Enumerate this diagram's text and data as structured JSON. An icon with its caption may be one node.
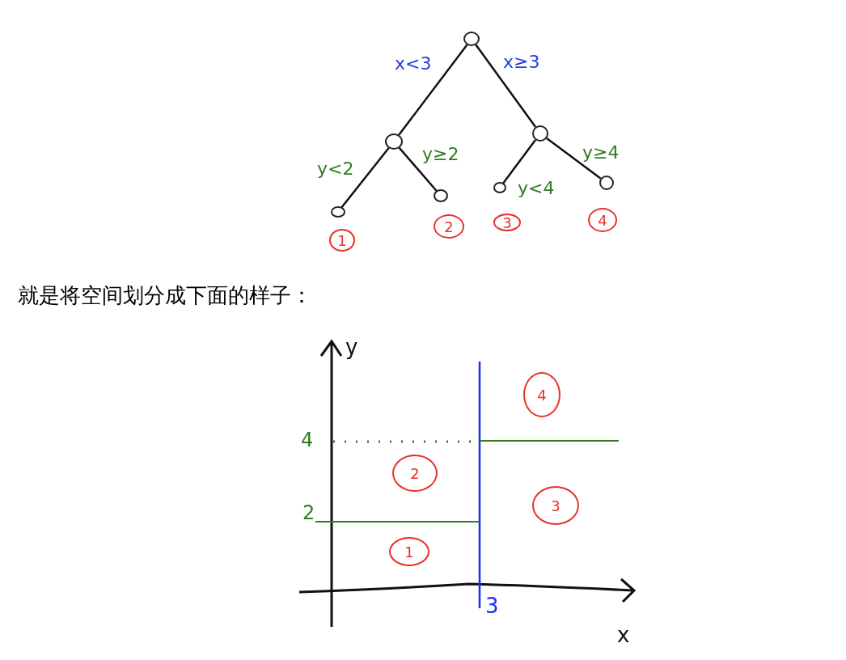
{
  "diagram": {
    "nodes": [
      {
        "text": [],
        "shape": "circle"
      },
      {
        "text": [],
        "shape": "circle"
      },
      {
        "text": [],
        "shape": "circle"
      },
      {
        "text": [],
        "shape": "circle"
      },
      {
        "text": [],
        "shape": "circle"
      },
      {
        "text": [],
        "shape": "circle"
      },
      {
        "text": [],
        "shape": "circle"
      },
      {
        "text": [
          "1"
        ]
      },
      {
        "text": [
          "2"
        ]
      },
      {
        "text": [
          "3"
        ]
      },
      {
        "text": [
          "4"
        ]
      },
      {
        "text": [
          "4"
        ]
      },
      {
        "text": [
          "2"
        ]
      },
      {
        "text": [
          "3"
        ]
      },
      {
        "text": [
          "1"
        ]
      }
    ],
    "edges": [
      {
        "from": 0,
        "to": 1,
        "arrow": "none",
        "label": "x<3"
      },
      {
        "from": 0,
        "to": 2,
        "arrow": "none",
        "label": "x≥3"
      },
      {
        "from": 1,
        "to": 3,
        "arrow": "none",
        "label": "y<2"
      },
      {
        "from": 1,
        "to": 4,
        "arrow": "none",
        "label": "y≥2"
      },
      {
        "from": 2,
        "to": 5,
        "arrow": "none",
        "label": "y<4"
      },
      {
        "from": 2,
        "to": 6,
        "arrow": "none",
        "label": "y≥4"
      }
    ],
    "labels": [
      "就是将空间划分成下面的样子：",
      "y",
      "4",
      "2",
      "3",
      "x"
    ]
  }
}
